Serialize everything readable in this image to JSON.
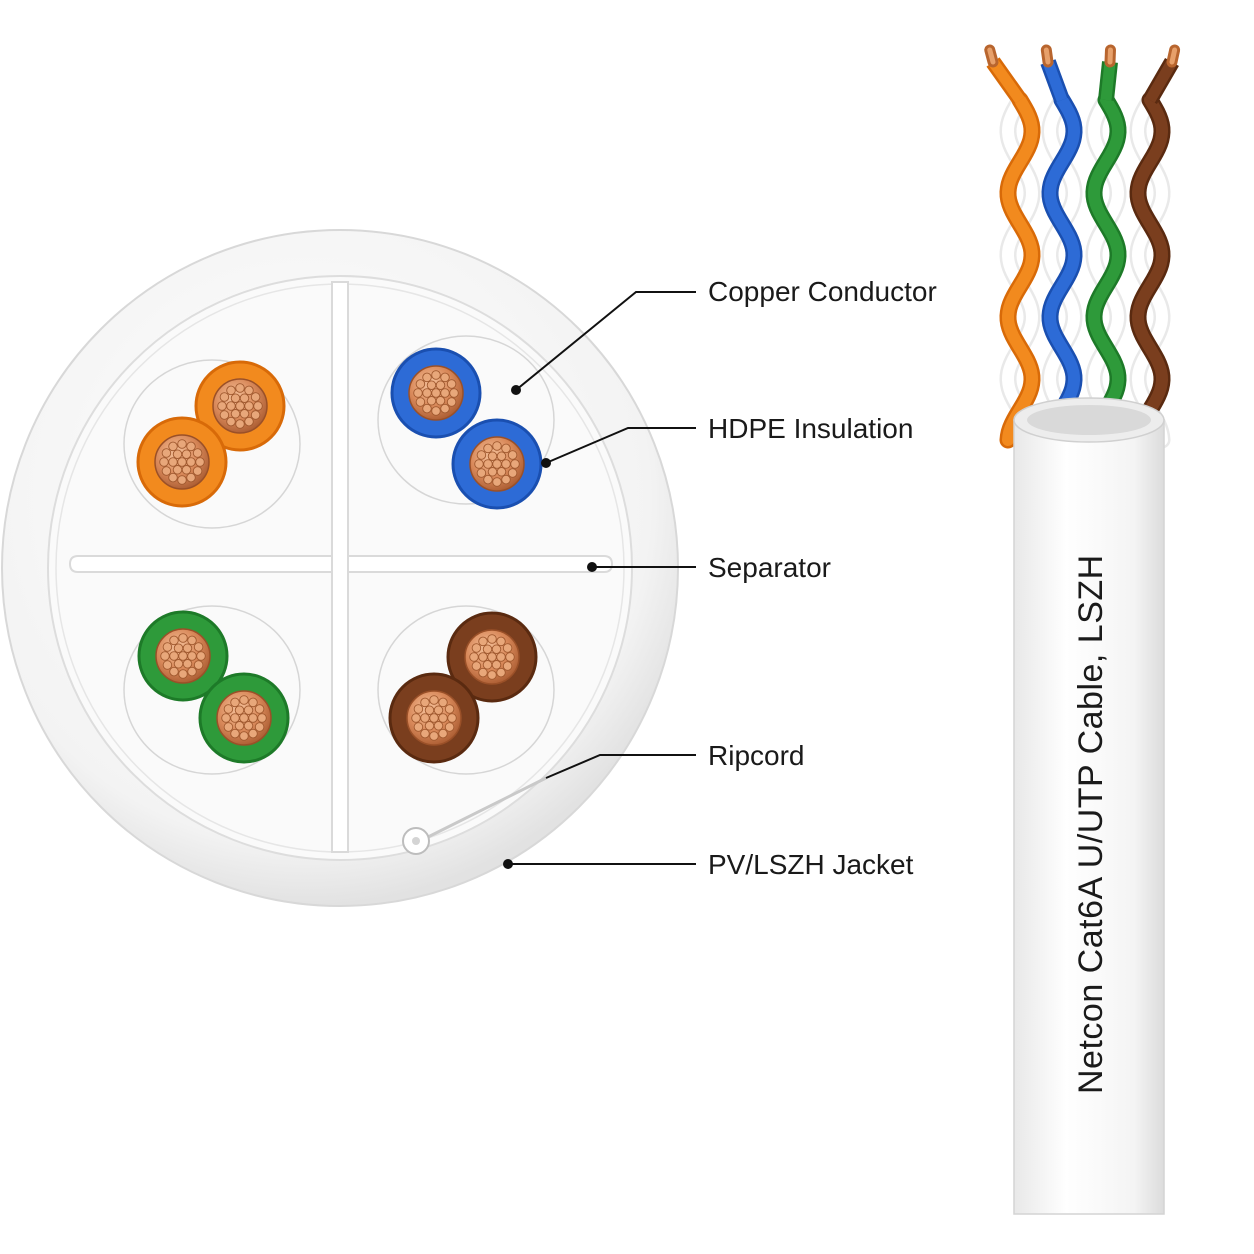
{
  "labels": {
    "copper_conductor": "Copper Conductor",
    "hdpe_insulation": "HDPE Insulation",
    "separator": "Separator",
    "ripcord": "Ripcord",
    "jacket": "PV/LSZH Jacket"
  },
  "cable_print": "Netcon Cat6A U/UTP Cable, LSZH",
  "pairs": [
    {
      "name": "orange-pair",
      "color": "#F28A1E",
      "dark": "#D86A08"
    },
    {
      "name": "blue-pair",
      "color": "#2D6BD6",
      "dark": "#1A4FB0"
    },
    {
      "name": "green-pair",
      "color": "#2E9A3A",
      "dark": "#1D7A28"
    },
    {
      "name": "brown-pair",
      "color": "#7A3E1E",
      "dark": "#5A2A10"
    }
  ],
  "colors": {
    "copper": "#D9895A",
    "jacket": "#F6F6F6"
  }
}
